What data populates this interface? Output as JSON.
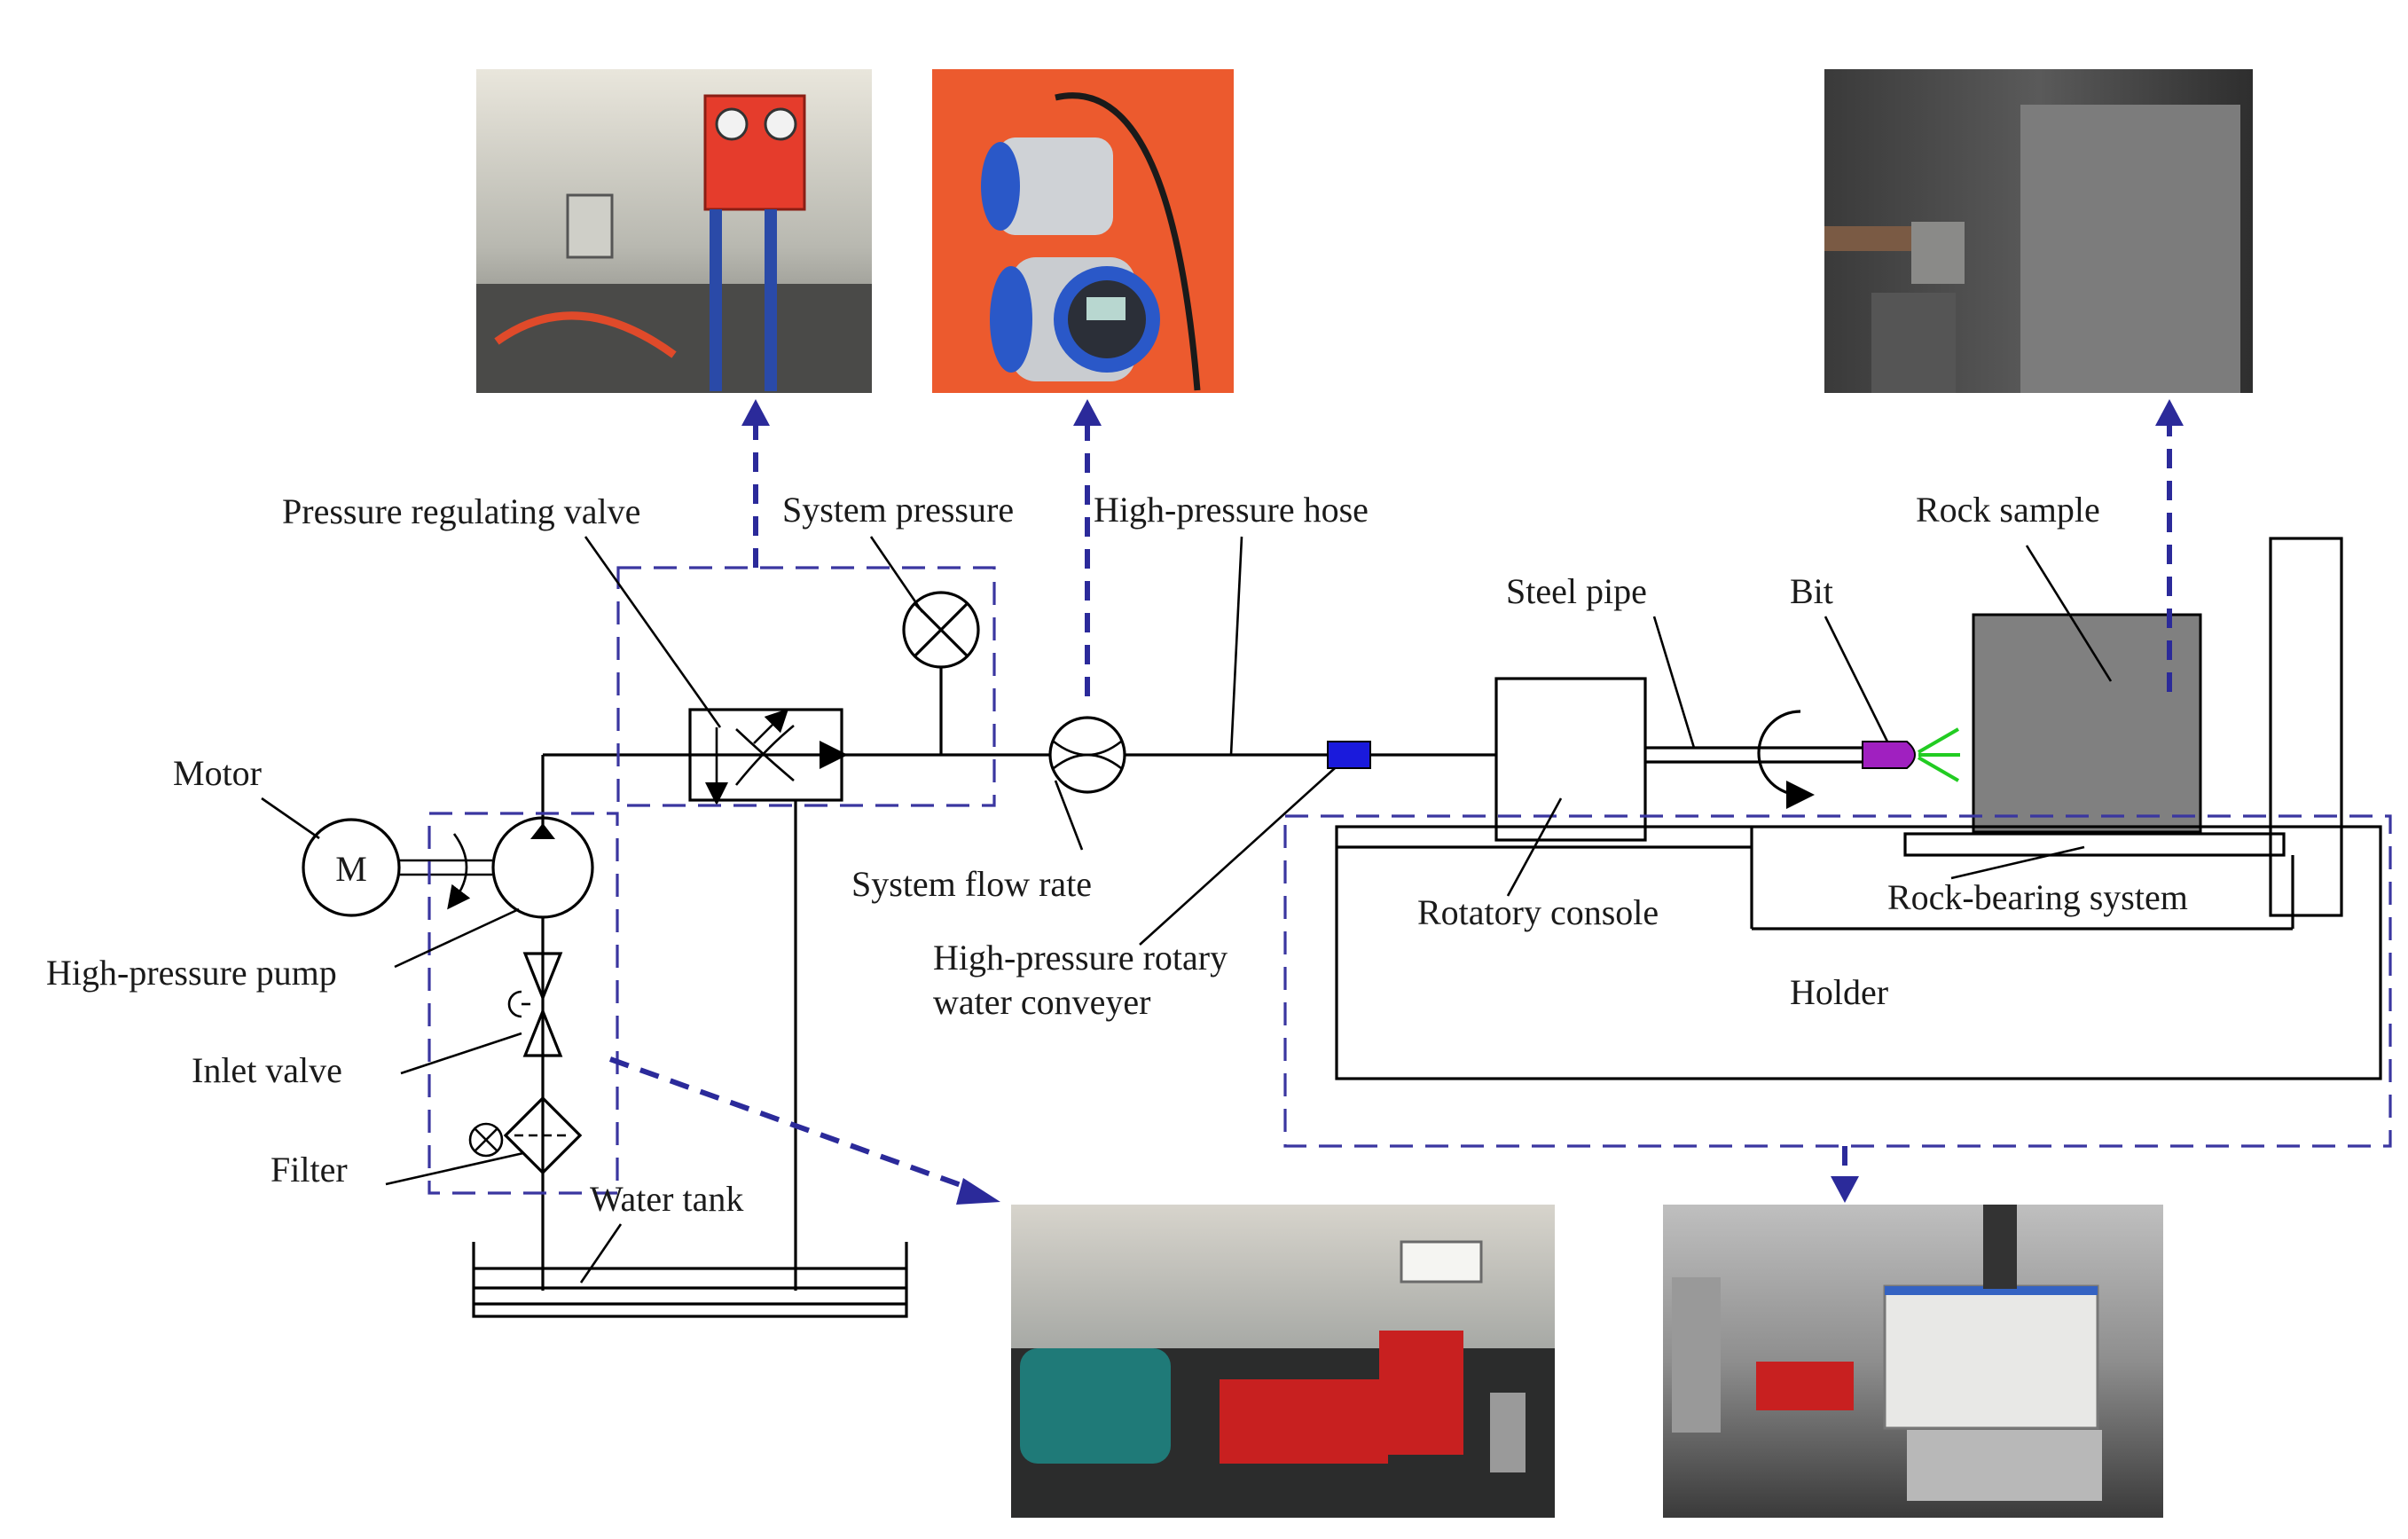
{
  "labels": {
    "pressure_regulating_valve": "Pressure regulating valve",
    "system_pressure": "System pressure",
    "high_pressure_hose": "High-pressure hose",
    "rock_sample": "Rock sample",
    "steel_pipe": "Steel pipe",
    "bit": "Bit",
    "motor": "Motor",
    "motor_symbol": "M",
    "high_pressure_pump": "High-pressure pump",
    "inlet_valve": "Inlet valve",
    "filter": "Filter",
    "water_tank": "Water tank",
    "system_flow_rate": "System flow rate",
    "rotary_conveyer_line1": "High-pressure rotary",
    "rotary_conveyer_line2": "water conveyer",
    "rotatory_console": "Rotatory console",
    "rock_bearing_system": "Rock-bearing system",
    "holder": "Holder"
  },
  "photos": [
    {
      "subject": "pressure regulating valve unit"
    },
    {
      "subject": "flow meter"
    },
    {
      "subject": "rock sample and bit"
    },
    {
      "subject": "pump station"
    },
    {
      "subject": "test rig holder"
    }
  ],
  "colors": {
    "line": "#000000",
    "callout_dash": "#2b2a9a",
    "rotary_conveyer": "#1a1adc",
    "bit": "#a020c0",
    "jet": "#22cc22",
    "rock": "#808080"
  }
}
